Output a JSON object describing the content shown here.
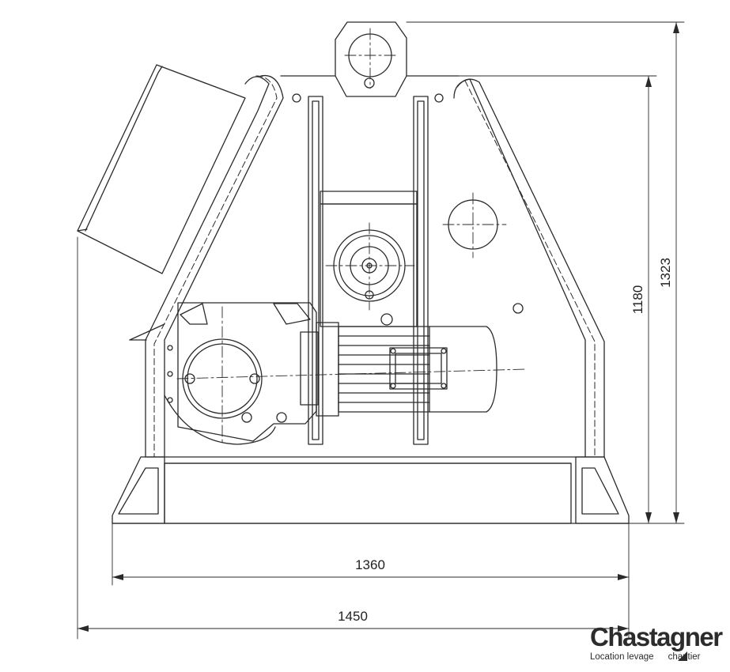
{
  "drawing": {
    "dimensions": {
      "base_width": "1360",
      "overall_width": "1450",
      "frame_height": "1180",
      "overall_height": "1323"
    }
  },
  "logo": {
    "brand": "Chastagner",
    "tagline_left": "Location levage",
    "tagline_right": "chantier"
  }
}
